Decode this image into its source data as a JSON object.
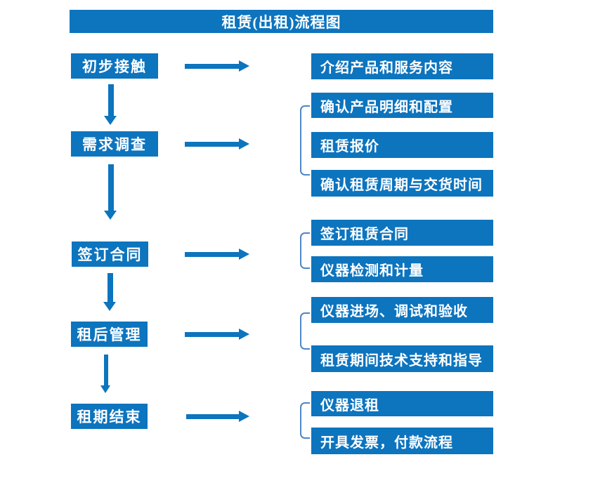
{
  "title": "租赁(出租)流程图",
  "colors": {
    "primary_blue": "#0d74be",
    "bracket_blue": "#4e86c6",
    "text_white": "#ffffff",
    "background": "#ffffff"
  },
  "stages": [
    {
      "step": "初步接触",
      "details": [
        "介绍产品和服务内容"
      ]
    },
    {
      "step": "需求调查",
      "details": [
        "确认产品明细和配置",
        "租赁报价",
        "确认租赁周期与交货时间"
      ]
    },
    {
      "step": "签订合同",
      "details": [
        "签订租赁合同",
        "仪器检测和计量"
      ]
    },
    {
      "step": "租后管理",
      "details": [
        "仪器进场、调试和验收",
        "租赁期间技术支持和指导"
      ]
    },
    {
      "step": "租期结束",
      "details": [
        "仪器退租",
        "开具发票，付款流程"
      ]
    }
  ]
}
